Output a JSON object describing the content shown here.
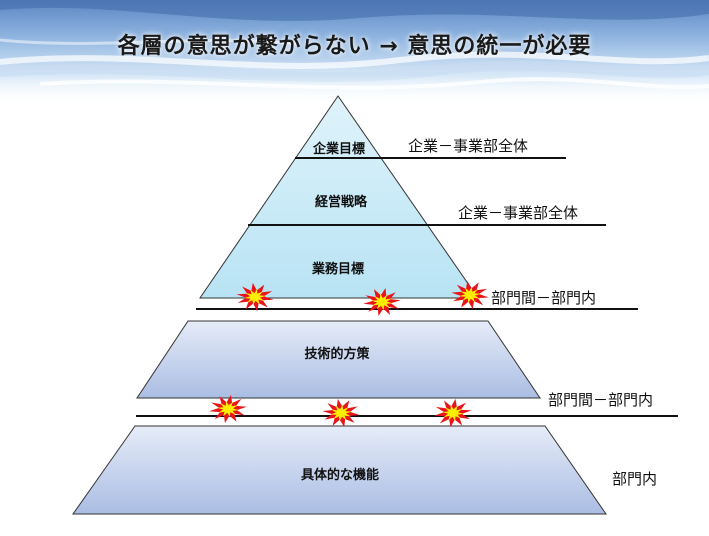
{
  "title": "各層の意思が繋がらない → 意思の統一が必要",
  "layers": [
    {
      "label": "企業目標",
      "side_label": "企業－事業部全体"
    },
    {
      "label": "経営戦略",
      "side_label": "企業－事業部全体"
    },
    {
      "label": "業務目標",
      "side_label": "部門間－部門内"
    },
    {
      "label": "技術的方策",
      "side_label": "部門間－部門内"
    },
    {
      "label": "具体的な機能",
      "side_label": "部門内"
    }
  ],
  "colors": {
    "pyramid_top": "#dff3fb",
    "pyramid_bottom": "#b8e3f4",
    "lower_top": "#e6ecf8",
    "lower_bottom": "#aabde3",
    "burst_outer": "#e8141c",
    "burst_inner": "#ffee00"
  }
}
